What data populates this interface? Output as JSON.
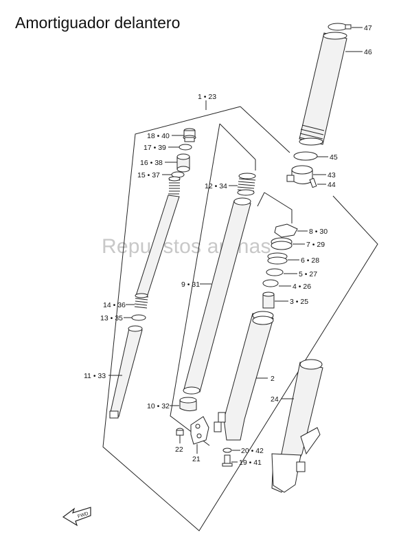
{
  "title": "Amortiguador delantero",
  "watermark": "Repuestos arenas",
  "fwd_label": "FWD",
  "callouts": {
    "c47": "47",
    "c46": "46",
    "c123": "1 • 23",
    "c1840": "18 • 40",
    "c1739": "17 • 39",
    "c1638": "16 • 38",
    "c1537": "15 • 37",
    "c1234": "12 • 34",
    "c45": "45",
    "c43": "43",
    "c44": "44",
    "c830": "8 • 30",
    "c729": "7 • 29",
    "c628": "6 • 28",
    "c527": "5 • 27",
    "c426": "4 • 26",
    "c931": "9 • 31",
    "c325": "3 • 25",
    "c1436": "14 • 36",
    "c1335": "13 • 35",
    "c2": "2",
    "c1133": "11 • 33",
    "c24": "24",
    "c1032": "10 • 32",
    "c22": "22",
    "c21": "21",
    "c2042": "20 • 42",
    "c1941": "19 • 41"
  }
}
